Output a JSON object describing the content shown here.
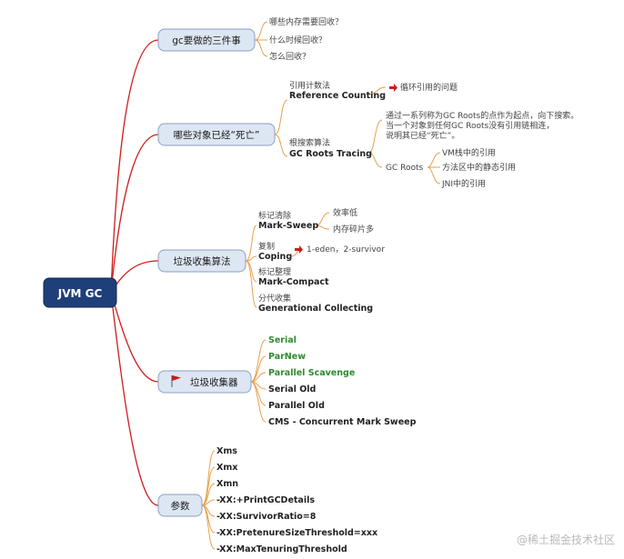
{
  "center": {
    "label": "JVM GC"
  },
  "branches": [
    {
      "label": "gc要做的三件事",
      "children": [
        "哪些内存需要回收？",
        "什么时候回收？",
        "怎么回收？"
      ]
    },
    {
      "label": "哪些对象已经“死亡”",
      "children": [
        {
          "cn": "引用计数法",
          "en": "Reference Counting",
          "note": "循环引用的问题"
        },
        {
          "cn": "根搜索算法",
          "en": "GC Roots Tracing",
          "desc": [
            "通过一系列称为GC Roots的点作为起点，向下搜索。",
            "当一个对象到任何GC Roots没有引用链相连，",
            "说明其已经“死亡”。"
          ],
          "gcroots": {
            "label": "GC Roots",
            "items": [
              "VM栈中的引用",
              "方法区中的静态引用",
              "JNI中的引用"
            ]
          }
        }
      ]
    },
    {
      "label": "垃圾收集算法",
      "children": [
        {
          "cn": "标记清除",
          "en": "Mark-Sweep",
          "notes": [
            "效率低",
            "内存碎片多"
          ]
        },
        {
          "cn": "复制",
          "en": "Coping",
          "notes": [
            "1-eden，2-survivor"
          ]
        },
        {
          "cn": "标记整理",
          "en": "Mark-Compact"
        },
        {
          "cn": "分代收集",
          "en": "Generational Collecting"
        }
      ]
    },
    {
      "label": "垃圾收集器",
      "icon": "red-flag-icon",
      "children": [
        "Serial",
        "ParNew",
        "Parallel Scavenge",
        "Serial Old",
        "Parallel Old",
        "CMS - Concurrent Mark Sweep"
      ]
    },
    {
      "label": "参数",
      "children": [
        "Xms",
        "Xmx",
        "Xmn",
        "-XX:+PrintGCDetails",
        "-XX:SurvivorRatio=8",
        "-XX:PretenureSizeThreshold=xxx",
        "-XX:MaxTenuringThreshold"
      ]
    }
  ],
  "watermark": "@稀土掘金技术社区",
  "colors": {
    "center_fill": "#1f3f7a",
    "topic_fill": "#dde6f3",
    "topic_stroke": "#8aa0c2",
    "curve": "#d01c1c",
    "leaf_line": "#e8a04c",
    "green_text": "#2e8b2e",
    "flag": "#d41414"
  }
}
